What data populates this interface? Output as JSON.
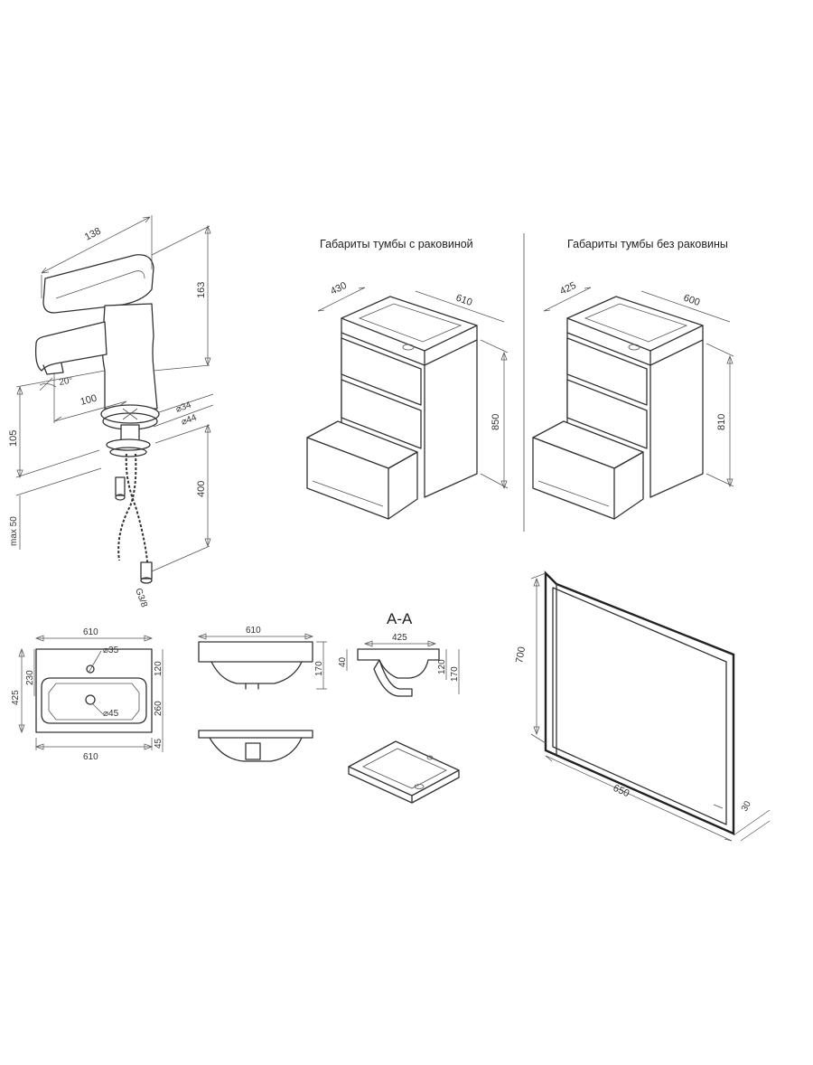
{
  "titles": {
    "with_basin": "Габариты тумбы с раковиной",
    "without_basin": "Габариты тумбы без раковины",
    "section": "А-А"
  },
  "faucet": {
    "width": "138",
    "height": "163",
    "angle": "20°",
    "reach": "100",
    "d1": "⌀34",
    "d2": "⌀44",
    "h_base": "105",
    "hose_len": "400",
    "max_thickness": "max 50",
    "thread": "G3/8"
  },
  "cabinet_with_basin": {
    "depth": "430",
    "width": "610",
    "height": "850"
  },
  "cabinet_without_basin": {
    "depth": "425",
    "width": "600",
    "height": "810"
  },
  "basin_top": {
    "width_top": "610",
    "width_bottom": "610",
    "depth": "425",
    "d_tap": "⌀35",
    "d_drain": "⌀45",
    "dim_230": "230",
    "dim_120": "120",
    "dim_260": "260",
    "dim_45": "45"
  },
  "basin_front": {
    "width": "610",
    "height": "170"
  },
  "section_aa": {
    "width": "425",
    "dim_40": "40",
    "dim_120": "120",
    "dim_170": "170"
  },
  "mirror": {
    "height": "700",
    "width": "650",
    "depth": "30"
  }
}
